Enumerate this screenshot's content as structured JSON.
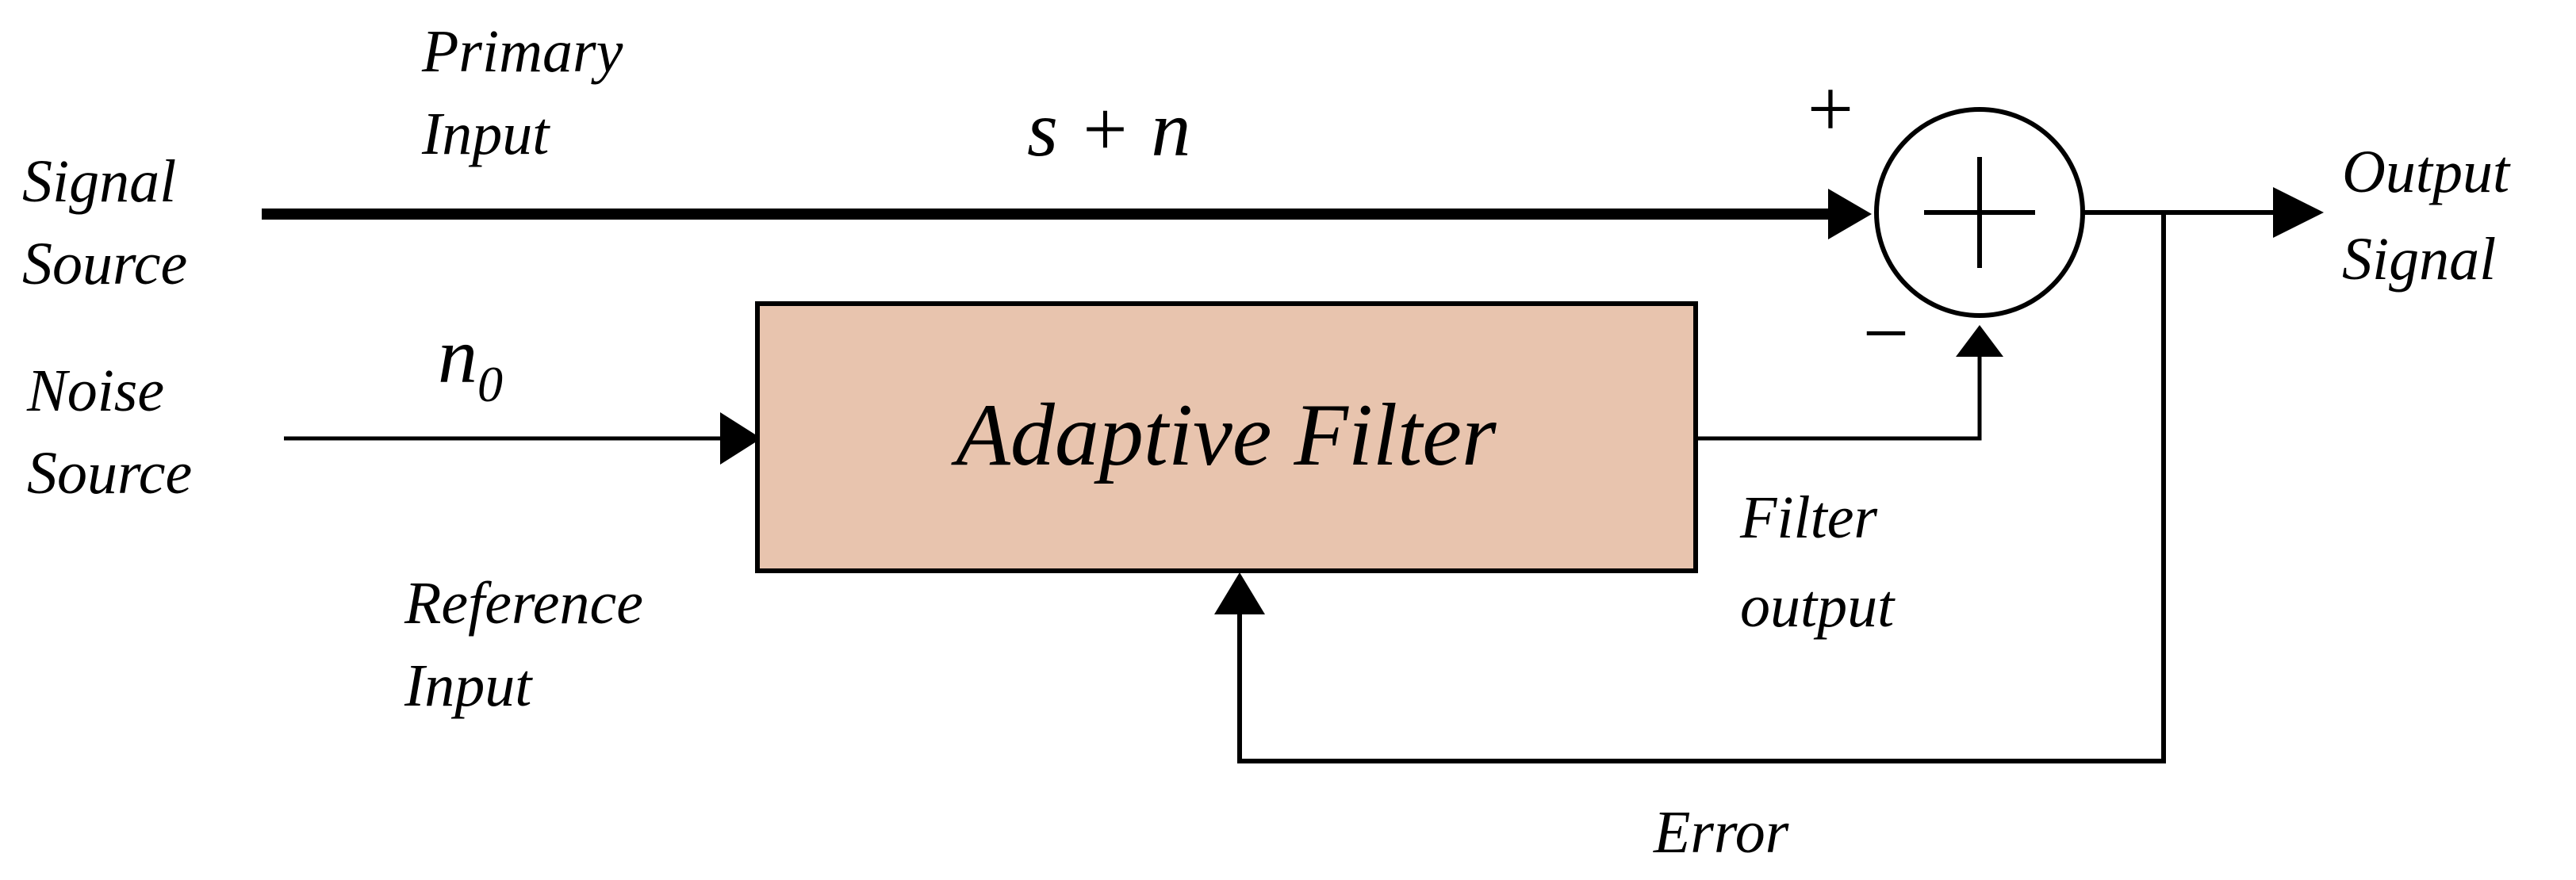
{
  "labels": {
    "signal_source": [
      "Signal",
      "Source"
    ],
    "noise_source": [
      "Noise",
      "Source"
    ],
    "primary_input": [
      "Primary",
      "Input"
    ],
    "reference_input": [
      "Reference",
      "Input"
    ],
    "s_plus_n": "s + n",
    "n_zero_base": "n",
    "n_zero_sub": "0",
    "adaptive_filter": "Adaptive Filter",
    "filter_output": [
      "Filter",
      "output"
    ],
    "output_signal": [
      "Output",
      "Signal"
    ],
    "error": "Error",
    "plus_sign": "+",
    "minus_sign": "−"
  },
  "colors": {
    "box_fill": "#e8c4ae",
    "stroke": "#000000",
    "background": "#ffffff"
  }
}
